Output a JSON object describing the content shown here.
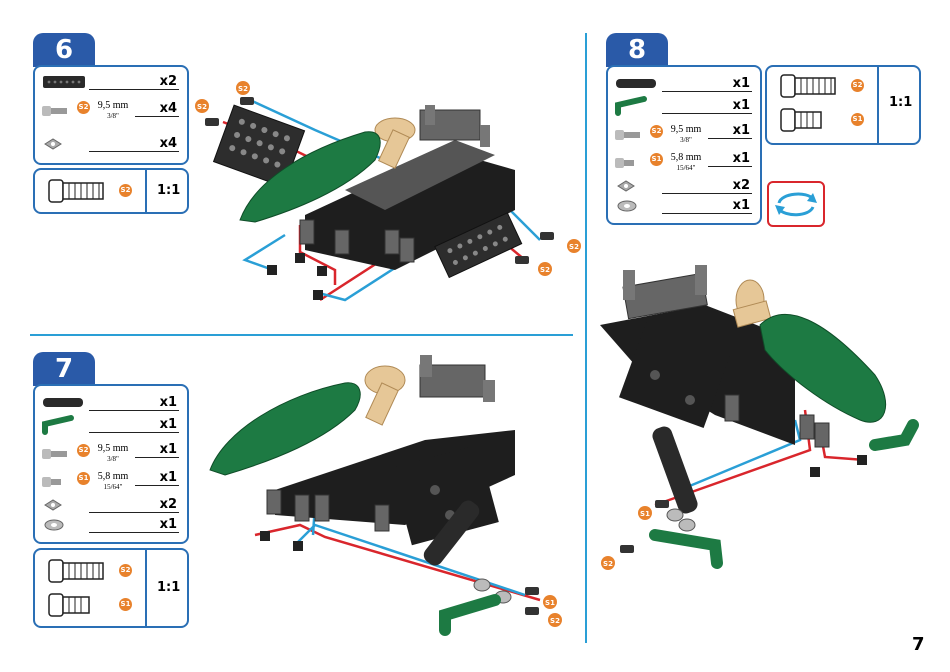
{
  "page_number": "7",
  "steps": [
    {
      "number": "6",
      "parts": [
        {
          "qty": "x2",
          "icon": "black-plate-icon"
        },
        {
          "qty": "x4",
          "icon": "bolt-s2-icon",
          "badge": "S2",
          "measure_mm": "9,5 mm",
          "measure_in": "3/8\""
        },
        {
          "qty": "x4",
          "icon": "square-nut-icon"
        }
      ],
      "scale": {
        "badges": [
          "S2"
        ],
        "ratio": "1:1"
      },
      "callouts": [
        "S2",
        "S2",
        "S2",
        "S2"
      ]
    },
    {
      "number": "7",
      "parts": [
        {
          "qty": "x1",
          "icon": "black-bar-icon"
        },
        {
          "qty": "x1",
          "icon": "green-bent-bar-icon"
        },
        {
          "qty": "x1",
          "icon": "bolt-s2-icon",
          "badge": "S2",
          "measure_mm": "9,5 mm",
          "measure_in": "3/8\""
        },
        {
          "qty": "x1",
          "icon": "bolt-s1-icon",
          "badge": "S1",
          "measure_mm": "5,8 mm",
          "measure_in": "15/64\""
        },
        {
          "qty": "x2",
          "icon": "square-nut-icon"
        },
        {
          "qty": "x1",
          "icon": "washer-icon"
        }
      ],
      "scale": {
        "badges": [
          "S2",
          "S1"
        ],
        "ratio": "1:1"
      },
      "callouts": [
        "S1",
        "S2"
      ]
    },
    {
      "number": "8",
      "parts": [
        {
          "qty": "x1",
          "icon": "black-bar-icon"
        },
        {
          "qty": "x1",
          "icon": "green-bent-bar-icon"
        },
        {
          "qty": "x1",
          "icon": "bolt-s2-icon",
          "badge": "S2",
          "measure_mm": "9,5 mm",
          "measure_in": "3/8\""
        },
        {
          "qty": "x1",
          "icon": "bolt-s1-icon",
          "badge": "S1",
          "measure_mm": "5,8 mm",
          "measure_in": "15/64\""
        },
        {
          "qty": "x2",
          "icon": "square-nut-icon"
        },
        {
          "qty": "x1",
          "icon": "washer-icon"
        }
      ],
      "scale": {
        "badges": [
          "S2",
          "S1"
        ],
        "ratio": "1:1"
      },
      "callouts": [
        "S1",
        "S2"
      ],
      "rotate_icon": "rotate-model-icon"
    }
  ],
  "colors": {
    "accent_blue": "#2a5aa8",
    "box_border": "#2a6fb5",
    "badge_orange": "#e8822c",
    "part_green": "#1d7a43",
    "guide_red": "#d9262c",
    "guide_blue": "#2a9fd6",
    "rotate_border": "#d9262c"
  }
}
